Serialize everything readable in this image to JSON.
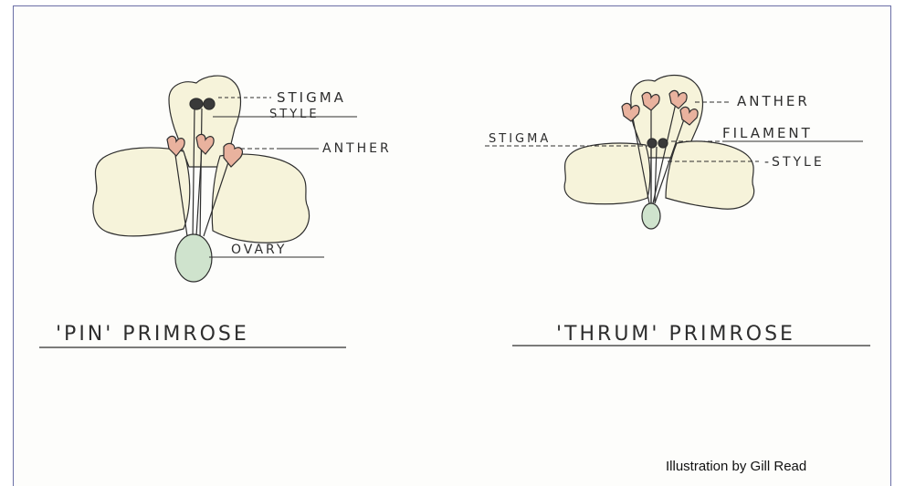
{
  "pin": {
    "title": "'PIN'  PRIMROSE",
    "labels": {
      "stigma": "STIGMA",
      "style": "STYLE",
      "anther": "ANTHER",
      "ovary": "OVARY"
    }
  },
  "thrum": {
    "title": "'THRUM'  PRIMROSE",
    "labels": {
      "anther": "ANTHER",
      "stigma": "STIGMA",
      "filament": "FILAMENT",
      "style": "-STYLE"
    }
  },
  "credit": "Illustration by Gill Read",
  "colors": {
    "petal": "#f6f3da",
    "ovary": "#cfe3cd",
    "anther": "#e9b29e",
    "ink": "#2e2e2e",
    "frame": "#6b6fa6"
  }
}
